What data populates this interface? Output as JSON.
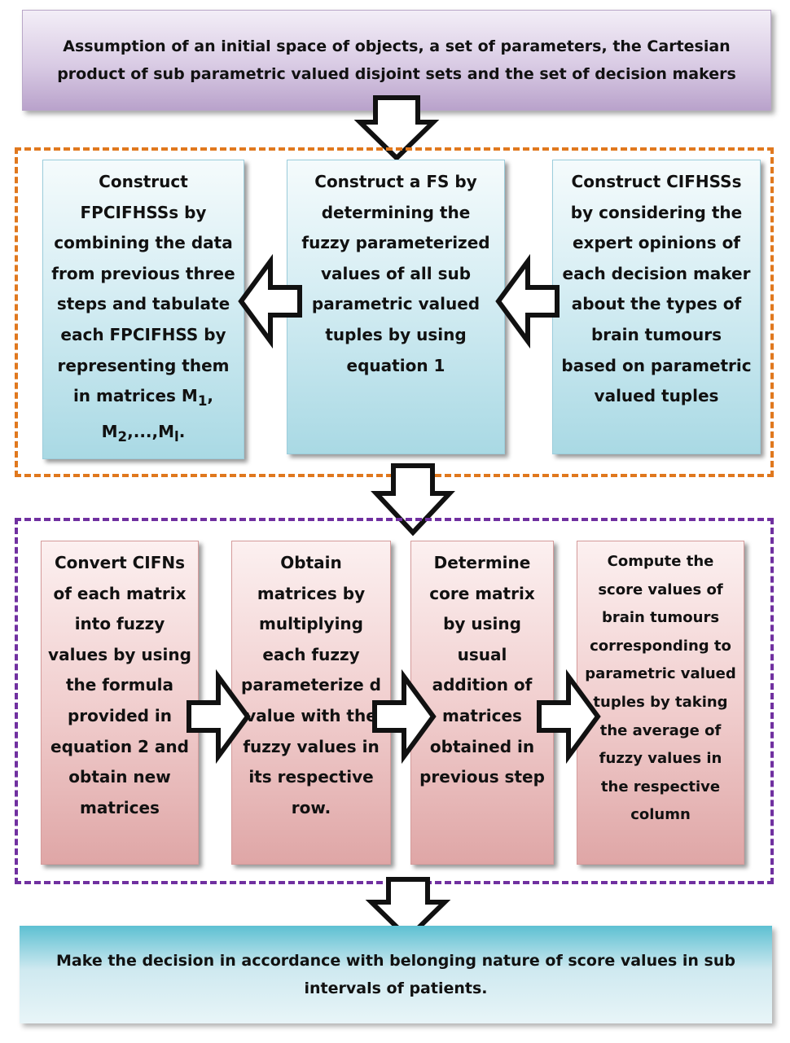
{
  "top_box": {
    "text": "Assumption of an initial space of objects, a set of parameters, the Cartesian product of sub parametric valued disjoint sets and the set of decision makers"
  },
  "stage1": {
    "box_left": "Construct FPCIFHSSs by combining the data from previous three steps and tabulate each FPCIFHSS by representing them in matrices M",
    "box_left_sub1": "1",
    "box_left_mid": ", M",
    "box_left_sub2": "2",
    "box_left_mid2": ",...,M",
    "box_left_sub3": "l",
    "box_left_end": ".",
    "box_center": "Construct a FS by determining the fuzzy parameterized values of all sub parametric valued tuples by using equation 1",
    "box_right": "Construct CIFHSSs by considering the expert opinions of each decision maker about the types of brain tumours based on parametric valued tuples"
  },
  "stage2": {
    "box1": "Convert CIFNs of each matrix into fuzzy values by using the formula provided in equation 2 and obtain new matrices",
    "box2": "Obtain matrices by multiplying each fuzzy parameterize d value with the fuzzy values in its respective row.",
    "box3": "Determine core matrix by using usual addition of matrices obtained in previous step",
    "box4": "Compute the score values of brain tumours corresponding to parametric valued tuples by taking the average of fuzzy values in the respective column"
  },
  "bottom_box": {
    "text": "Make the decision in accordance with belonging nature of score values in sub intervals of patients."
  },
  "colors": {
    "orange_dash": "#e0781e",
    "purple_dash": "#7030a0"
  }
}
